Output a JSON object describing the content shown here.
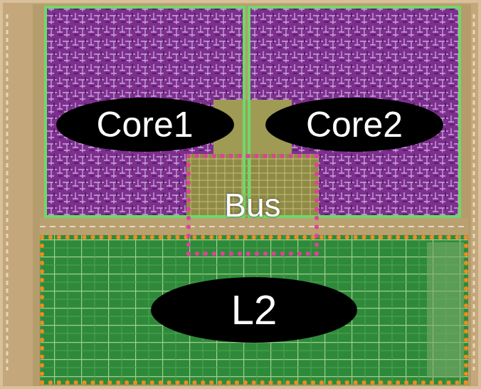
{
  "diagram": {
    "nodes": [
      {
        "text": [
          "Core1"
        ]
      },
      {
        "text": [
          "Core2"
        ]
      },
      {
        "text": [
          "Bus"
        ]
      },
      {
        "text": [
          "L2"
        ]
      }
    ]
  }
}
